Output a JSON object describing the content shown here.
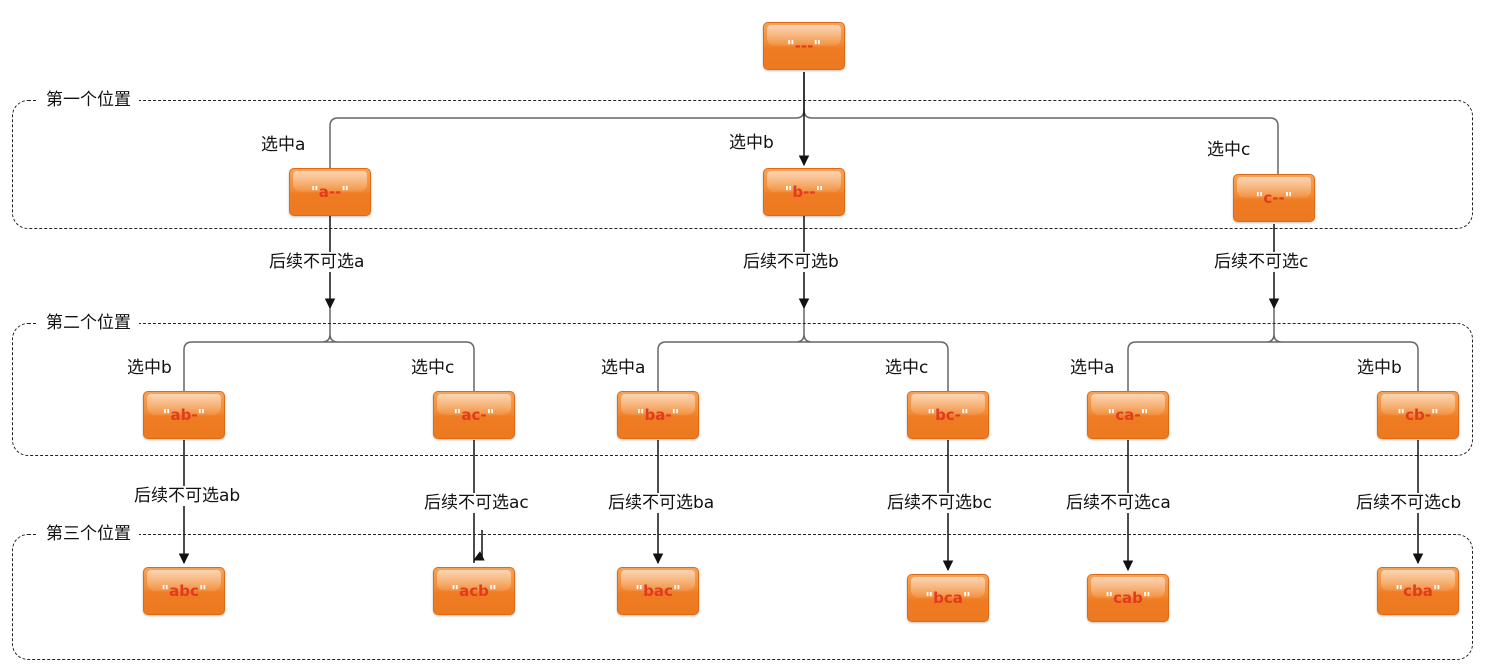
{
  "levels": [
    {
      "label": "第一个位置"
    },
    {
      "label": "第二个位置"
    },
    {
      "label": "第三个位置"
    }
  ],
  "nodes": {
    "root": "---",
    "a": "a--",
    "b": "b--",
    "c": "c--",
    "ab": "ab-",
    "ac": "ac-",
    "ba": "ba-",
    "bc": "bc-",
    "ca": "ca-",
    "cb": "cb-",
    "abc": "abc",
    "acb": "acb",
    "bac": "bac",
    "bca": "bca",
    "cab": "cab",
    "cba": "cba"
  },
  "choose_labels": {
    "a": "选中a",
    "b": "选中b",
    "c": "选中c",
    "ab": "选中b",
    "ac": "选中c",
    "ba": "选中a",
    "bc": "选中c",
    "ca": "选中a",
    "cb": "选中b"
  },
  "exclude_labels": {
    "a": "后续不可选a",
    "b": "后续不可选b",
    "c": "后续不可选c",
    "ab": "后续不可选ab",
    "ac": "后续不可选ac",
    "ba": "后续不可选ba",
    "bc": "后续不可选bc",
    "ca": "后续不可选ca",
    "cb": "后续不可选cb"
  },
  "colors": {
    "node_fill": "#ef7b22",
    "node_border": "#e06a12",
    "node_text": "#e23b1e",
    "quote": "#ffffff",
    "edge": "#555555",
    "arrow": "#111111"
  }
}
